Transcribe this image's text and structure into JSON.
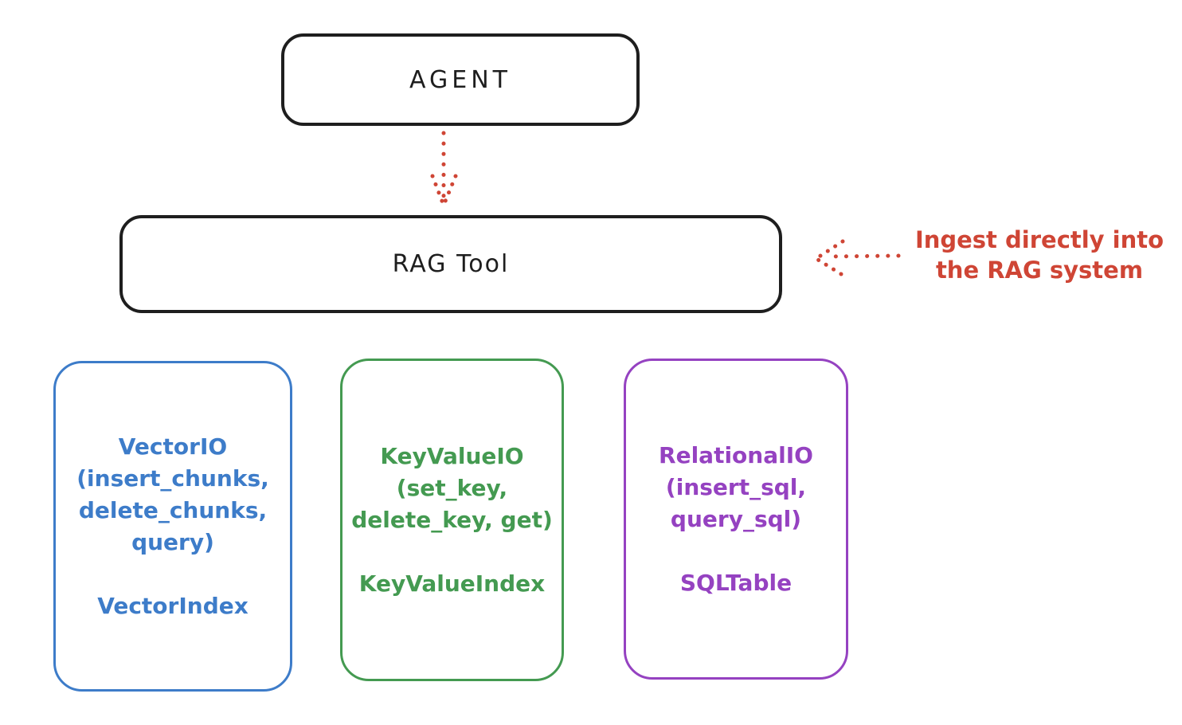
{
  "diagram": {
    "agent": {
      "label": "AGENT"
    },
    "rag_tool": {
      "label": "RAG Tool"
    },
    "annotation": {
      "line1": "Ingest directly into",
      "line2": "the RAG system"
    },
    "backends": [
      {
        "id": "vector-io",
        "lines": [
          "VectorIO",
          "(insert_chunks,",
          "delete_chunks,",
          "query)"
        ],
        "index": "VectorIndex",
        "color": "#3d7cc9"
      },
      {
        "id": "keyvalue-io",
        "lines": [
          "KeyValueIO",
          "(set_key,",
          "delete_key, get)"
        ],
        "index": "KeyValueIndex",
        "color": "#449a51"
      },
      {
        "id": "relational-io",
        "lines": [
          "RelationalIO",
          "(insert_sql,",
          "query_sql)"
        ],
        "index": "SQLTable",
        "color": "#9542c1"
      }
    ],
    "colors": {
      "stroke": "#1e1e1e",
      "arrow": "#cf4535"
    }
  }
}
